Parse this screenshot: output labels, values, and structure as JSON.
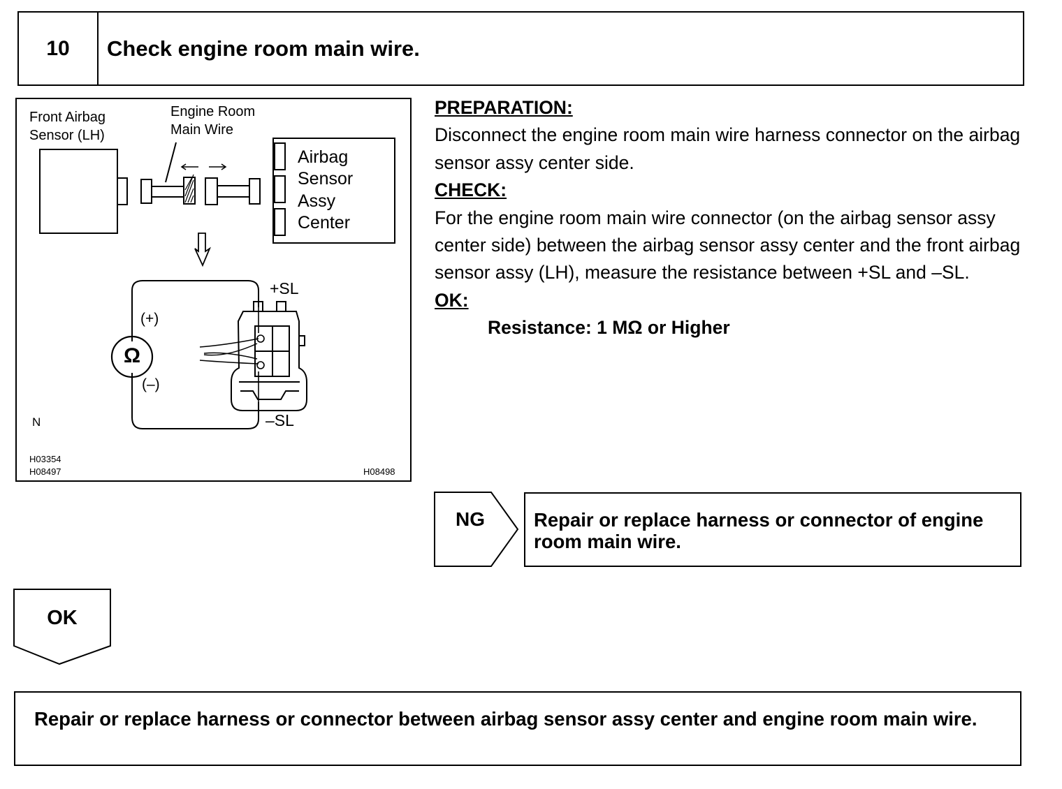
{
  "step": {
    "number": "10",
    "title": "Check engine room main wire."
  },
  "figure": {
    "labels": {
      "front_airbag_line1": "Front Airbag",
      "front_airbag_line2": "Sensor (LH)",
      "engine_room_line1": "Engine Room",
      "engine_room_line2": "Main Wire",
      "airbag_center_line1": "Airbag",
      "airbag_center_line2": "Sensor",
      "airbag_center_line3": "Assy",
      "airbag_center_line4": "Center",
      "plus_sl": "+SL",
      "minus_sl": "–SL",
      "plus": "(+)",
      "minus": "(–)",
      "ohm": "Ω",
      "n_mark": "N",
      "code1": "H03354",
      "code2": "H08497",
      "code3": "H08498"
    }
  },
  "instructions": {
    "preparation_heading": "PREPARATION:",
    "preparation_text": "Disconnect the engine room main wire harness connector on the airbag sensor assy center side.",
    "check_heading": "CHECK:",
    "check_text": "For the engine room main wire connector (on the airbag sensor assy center side) between the airbag sensor assy center and the front airbag sensor assy (LH), measure the resistance between +SL and –SL.",
    "ok_heading": "OK:",
    "ok_spec": "Resistance: 1 MΩ or Higher"
  },
  "ng_branch": {
    "label": "NG",
    "action": "Repair or replace harness or connector of engine room main wire."
  },
  "ok_branch": {
    "label": "OK",
    "action": "Repair or replace harness or connector between airbag sensor assy center and engine room main wire."
  }
}
